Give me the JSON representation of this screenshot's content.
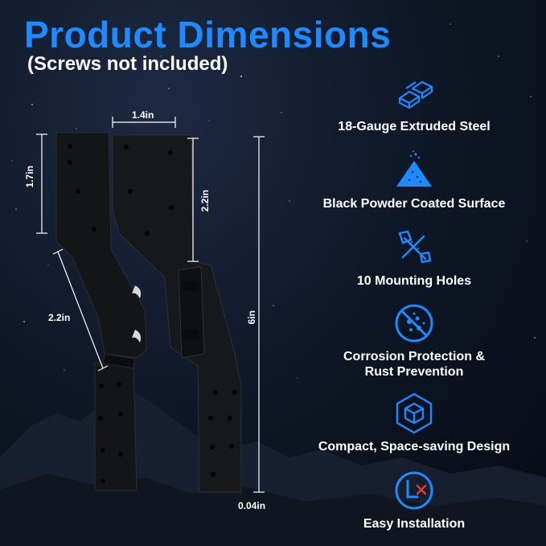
{
  "header": {
    "title": "Product Dimensions",
    "subtitle": "(Screws not included)"
  },
  "dimensions": {
    "top_width": "1.4in",
    "left_height": "1.7in",
    "inner_height": "2.2in",
    "diagonal": "2.2in",
    "total_height": "6in",
    "thickness": "0.04in"
  },
  "features": [
    {
      "icon": "steel-bars-icon",
      "label": "18-Gauge Extruded Steel"
    },
    {
      "icon": "powder-pile-icon",
      "label": "Black Powder Coated Surface"
    },
    {
      "icon": "bolt-icon",
      "label": "10 Mounting Holes"
    },
    {
      "icon": "no-corrosion-icon",
      "label_line1": "Corrosion Protection &",
      "label_line2": "Rust Prevention"
    },
    {
      "icon": "cube-icon",
      "label": "Compact, Space-saving Design"
    },
    {
      "icon": "tools-icon",
      "label": "Easy Installation"
    }
  ],
  "colors": {
    "accent": "#1d8bff",
    "background": "#0f1828",
    "text": "#ffffff",
    "bracket": "#151618"
  }
}
